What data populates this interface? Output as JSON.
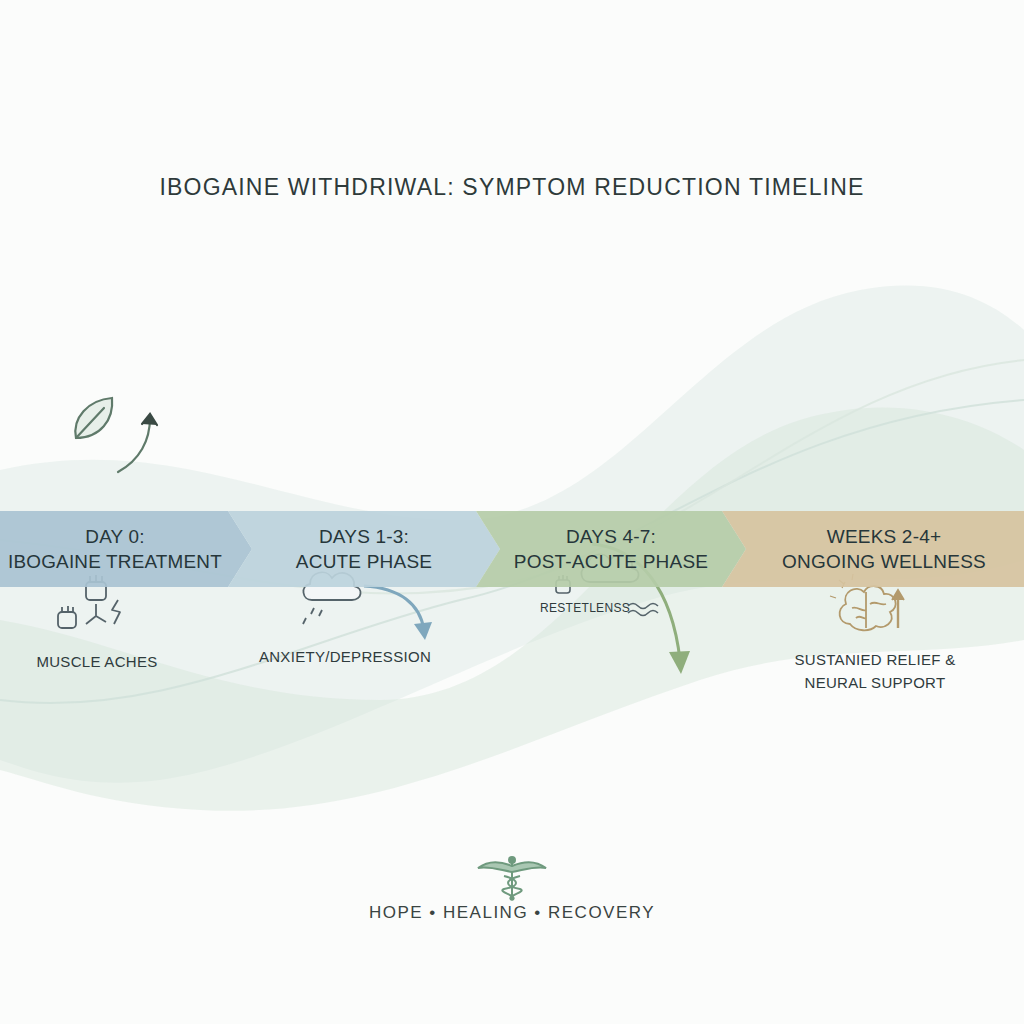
{
  "diagram": {
    "title": "IBOGAINE WITHDRIWAL: SYMPTOM REDUCTION TIMELINE",
    "caption": "HOPE • HEALING • RECOVERY",
    "nodes": [
      {
        "text": [
          "DAY 0:",
          "IBOGAINE TREATMENT"
        ]
      },
      {
        "text": [
          "DAYS 1-3:",
          "ACUTE PHASE"
        ]
      },
      {
        "text": [
          "DAYS 4-7:",
          "POST-ACUTE PHASE"
        ]
      },
      {
        "text": [
          "WEEKS 2-4+",
          "ONGOING WELLNESS"
        ]
      }
    ],
    "labels": [
      "MUSCLE ACHES",
      "ANXIETY/DEPRESSION",
      "RESTETLENSS",
      "SUSTANIED RELIEF & NEURAL SUPPORT"
    ]
  }
}
